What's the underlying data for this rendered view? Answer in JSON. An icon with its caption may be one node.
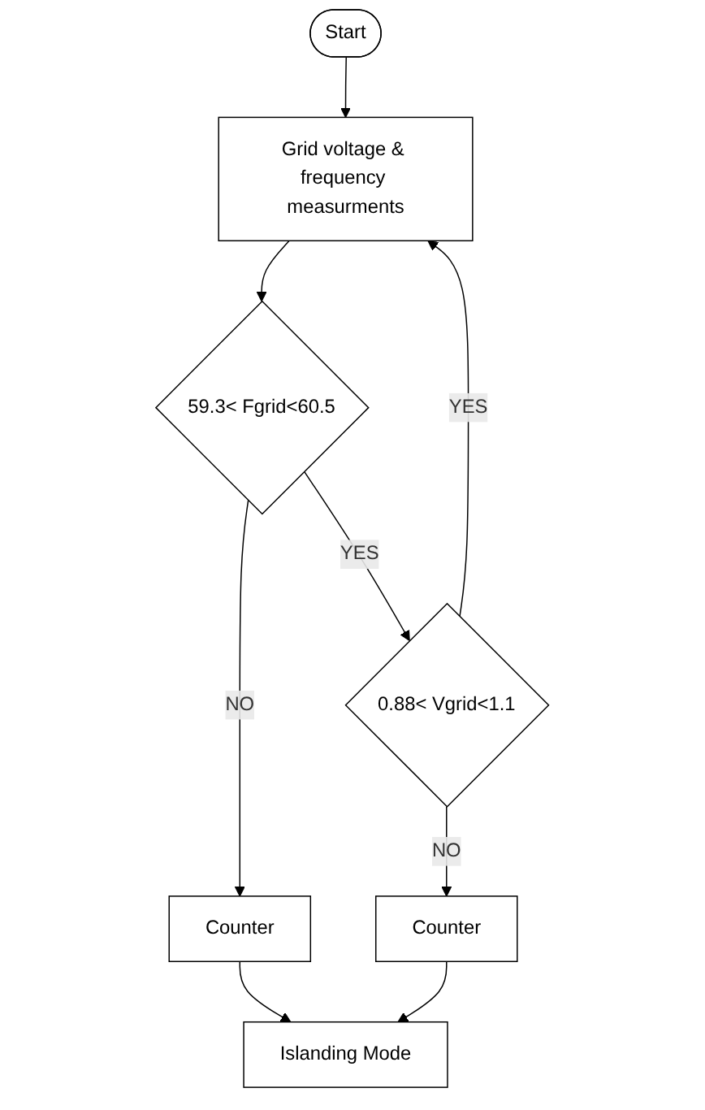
{
  "diagram": {
    "nodes": [
      {
        "text": [
          "Start"
        ]
      },
      {
        "text": [
          "Grid voltage & frequency measurments"
        ]
      },
      {
        "text": [
          "59.3< Fgrid<60.5"
        ]
      },
      {
        "text": [
          "Counter"
        ]
      },
      {
        "text": [
          "Islanding Mode"
        ]
      },
      {
        "text": [
          "0.88< Vgrid<1.1"
        ]
      },
      {
        "text": [
          "Counter"
        ]
      }
    ],
    "edges": [
      {
        "from": 0,
        "to": 1,
        "arrow": "to"
      },
      {
        "from": 1,
        "to": 2,
        "arrow": "to"
      },
      {
        "from": 2,
        "to": 3,
        "label": "NO",
        "arrow": "to"
      },
      {
        "from": 3,
        "to": 4,
        "arrow": "to"
      },
      {
        "from": 2,
        "to": 5,
        "label": "YES",
        "arrow": "to"
      },
      {
        "from": 5,
        "to": 6,
        "label": "NO",
        "arrow": "to"
      },
      {
        "from": 6,
        "to": 4,
        "arrow": "to"
      },
      {
        "from": 5,
        "to": 1,
        "label": "YES",
        "arrow": "to"
      }
    ]
  }
}
